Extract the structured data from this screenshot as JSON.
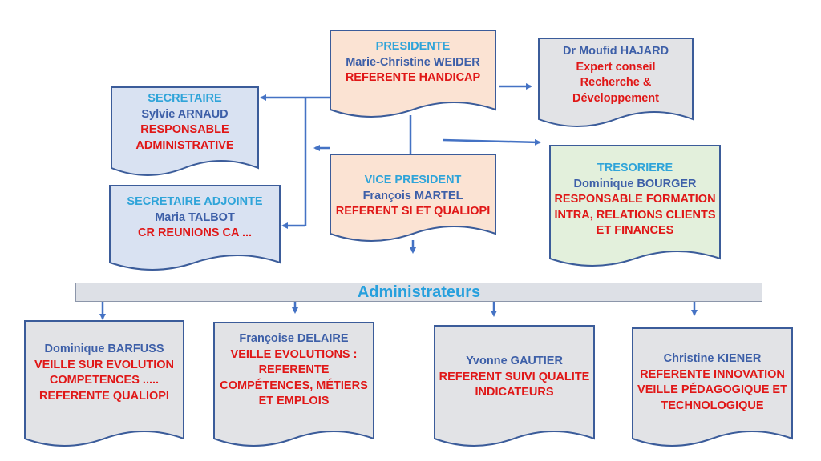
{
  "colors": {
    "connector": "#4472c4",
    "role_text": "#2fa4d9",
    "name_text": "#3d5fa8",
    "duty_text": "#e01717",
    "fill_orange": "#fbe3d3",
    "fill_blue": "#d9e2f2",
    "fill_gray": "#e2e3e6",
    "fill_green": "#e3f0dc",
    "border": "#3b5c9a"
  },
  "boxes": {
    "presidente": {
      "role": "PRESIDENTE",
      "name": "Marie-Christine WEIDER",
      "duty": [
        "REFERENTE HANDICAP"
      ]
    },
    "expert": {
      "name": "Dr Moufid HAJARD",
      "duty": [
        "Expert conseil",
        "Recherche &",
        "Développement"
      ]
    },
    "secretaire": {
      "role": "SECRETAIRE",
      "name": "Sylvie ARNAUD",
      "duty": [
        "RESPONSABLE",
        "ADMINISTRATIVE"
      ]
    },
    "vice_president": {
      "role": "VICE PRESIDENT",
      "name": "François MARTEL",
      "duty": [
        "REFERENT SI ET QUALIOPI"
      ]
    },
    "tresoriere": {
      "role": "TRESORIERE",
      "name": "Dominique BOURGER",
      "duty": [
        "RESPONSABLE FORMATION",
        "INTRA, RELATIONS CLIENTS",
        "ET FINANCES"
      ]
    },
    "secretaire_adjointe": {
      "role": "SECRETAIRE ADJOINTE",
      "name": "Maria TALBOT",
      "duty": [
        "CR REUNIONS CA ..."
      ]
    }
  },
  "banner": {
    "label": "Administrateurs"
  },
  "administrateurs": [
    {
      "name": "Dominique BARFUSS",
      "duty": [
        "VEILLE SUR EVOLUTION",
        "COMPETENCES .....",
        "REFERENTE QUALIOPI"
      ]
    },
    {
      "name": "Françoise DELAIRE",
      "duty": [
        "VEILLE  EVOLUTIONS :",
        "REFERENTE",
        "COMPÉTENCES, MÉTIERS",
        "ET EMPLOIS"
      ]
    },
    {
      "name": "Yvonne GAUTIER",
      "duty": [
        "REFERENT SUIVI QUALITE",
        "INDICATEURS"
      ]
    },
    {
      "name": "Christine KIENER",
      "duty": [
        "REFERENTE INNOVATION",
        "VEILLE PÉDAGOGIQUE ET",
        "TECHNOLOGIQUE"
      ]
    }
  ]
}
